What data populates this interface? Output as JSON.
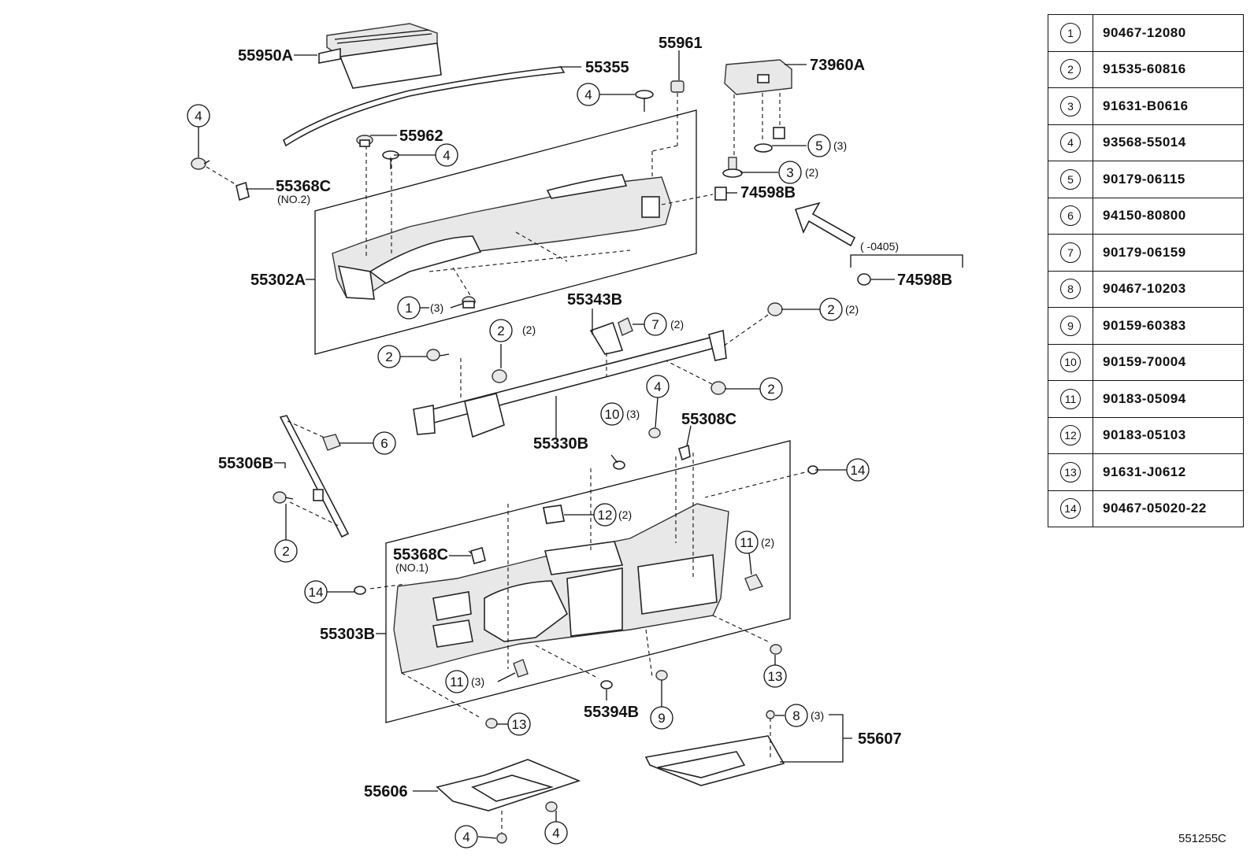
{
  "labels": {
    "p55950A": "55950A",
    "p55355": "55355",
    "p55961": "55961",
    "p73960A": "73960A",
    "p55962": "55962",
    "p55368C_top": "55368C",
    "p55368C_top_sub": "(NO.2)",
    "p74598B_a": "74598B",
    "p74598B_b": "74598B",
    "bracket_range": "(    -0405)",
    "p55302A": "55302A",
    "p55343B": "55343B",
    "p55330B": "55330B",
    "p55308C": "55308C",
    "p55306B": "55306B",
    "p55368C_bottom": "55368C",
    "p55368C_bottom_sub": "(NO.1)",
    "p55303B": "55303B",
    "p55394B": "55394B",
    "p55607": "55607",
    "p55606": "55606"
  },
  "quantities": {
    "q3": "(3)",
    "q2": "(2)"
  },
  "circle_numbers": [
    "1",
    "2",
    "3",
    "4",
    "5",
    "6",
    "7",
    "8",
    "9",
    "10",
    "11",
    "12",
    "13",
    "14"
  ],
  "parts_table": [
    {
      "num": "1",
      "code": "90467-12080"
    },
    {
      "num": "2",
      "code": "91535-60816"
    },
    {
      "num": "3",
      "code": "91631-B0616"
    },
    {
      "num": "4",
      "code": "93568-55014"
    },
    {
      "num": "5",
      "code": "90179-06115"
    },
    {
      "num": "6",
      "code": "94150-80800"
    },
    {
      "num": "7",
      "code": "90179-06159"
    },
    {
      "num": "8",
      "code": "90467-10203"
    },
    {
      "num": "9",
      "code": "90159-60383"
    },
    {
      "num": "10",
      "code": "90159-70004"
    },
    {
      "num": "11",
      "code": "90183-05094"
    },
    {
      "num": "12",
      "code": "90183-05103"
    },
    {
      "num": "13",
      "code": "91631-J0612"
    },
    {
      "num": "14",
      "code": "90467-05020-22"
    }
  ],
  "diagram_id": "551255C"
}
